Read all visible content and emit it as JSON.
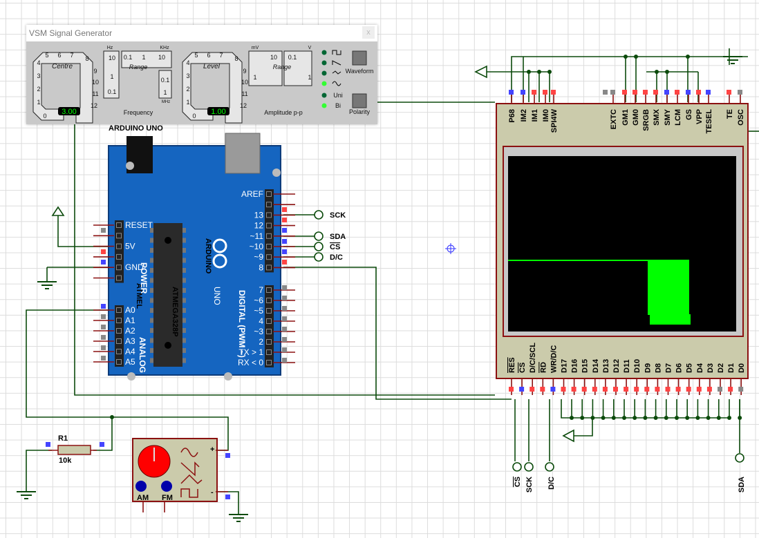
{
  "signal_generator": {
    "title": "VSM Signal Generator",
    "close": "x",
    "centre": {
      "label": "Centre",
      "ticks": [
        "0",
        "1",
        "2",
        "3",
        "4",
        "5",
        "6",
        "7",
        "8",
        "9",
        "10",
        "11",
        "12"
      ],
      "value": "3.00"
    },
    "frequency": {
      "label": "Frequency",
      "range_label": "Range",
      "hz": "Hz",
      "khz": "KHz",
      "mhz": "MHz",
      "left": [
        "10",
        "1",
        "0.1"
      ],
      "top": [
        "0.1",
        "1",
        "10"
      ],
      "right": [
        "0.1",
        "1"
      ]
    },
    "level": {
      "label": "Level",
      "ticks": [
        "0",
        "1",
        "2",
        "3",
        "4",
        "5",
        "6",
        "7",
        "8",
        "9",
        "10",
        "11",
        "12"
      ],
      "value": "1.00"
    },
    "amplitude": {
      "label": "Amplitude p-p",
      "range_label": "Range",
      "mv": "mV",
      "v": "V",
      "left": [
        "10",
        "1"
      ],
      "right": [
        "0.1",
        "1"
      ]
    },
    "waveform_button": "Waveform",
    "polarity_button": "Polarity",
    "waveforms": [
      {
        "icon": "square-wave-icon",
        "on": false
      },
      {
        "icon": "sawtooth-wave-icon",
        "on": false
      },
      {
        "icon": "triangle-wave-icon",
        "on": false
      },
      {
        "icon": "sine-wave-icon",
        "on": true
      }
    ],
    "polarity": [
      {
        "label": "Uni",
        "on": false
      },
      {
        "label": "Bi",
        "on": true
      }
    ]
  },
  "arduino": {
    "title": "ARDUINO UNO",
    "chip_brand": "ATMEL",
    "chip_model": "ATMEGA328P",
    "logo_text": "ARDUINO",
    "board": "UNO",
    "power_label": "POWER",
    "analog_label": "ANALOG IN",
    "digital_label": "DIGITAL (PWM ~)",
    "power_pins": [
      "RESET",
      "",
      "5V",
      "",
      "GND",
      ""
    ],
    "analog_pins": [
      "A0",
      "A1",
      "A2",
      "A3",
      "A4",
      "A5"
    ],
    "digital_high": [
      "AREF",
      "",
      "13",
      "12",
      "~11",
      "~10",
      "~9",
      "8"
    ],
    "digital_low": [
      "7",
      "~6",
      "~5",
      "4",
      "~3",
      "2",
      "TX > 1",
      "RX < 0"
    ]
  },
  "net_labels": {
    "sck": "SCK",
    "sda": "SDA",
    "cs": "CS",
    "dc": "D/C"
  },
  "lcd": {
    "top_pins": [
      "P68",
      "IM2",
      "IM1",
      "IM0",
      "SPI4W",
      "EXTC",
      "GM1",
      "GM0",
      "SRGB",
      "SMX",
      "SMY",
      "LCM",
      "GS",
      "VPP",
      "TESEL",
      "TE",
      "OSC"
    ],
    "bottom_pins": [
      "RES",
      "CS",
      "D/C/SCL",
      "RD",
      "WR/D/C",
      "D17",
      "D16",
      "D15",
      "D14",
      "D13",
      "D12",
      "D11",
      "D10",
      "D9",
      "D8",
      "D7",
      "D6",
      "D5",
      "D4",
      "D3",
      "D2",
      "D1",
      "D0"
    ],
    "screen_color": "#000000",
    "trace_color": "#00ff00"
  },
  "bottom_terminals": [
    "CS",
    "SCK",
    "D/C",
    "SDA"
  ],
  "resistor": {
    "ref": "R1",
    "value": "10k"
  },
  "generator": {
    "am": "AM",
    "fm": "FM",
    "plus": "+",
    "minus": "-"
  }
}
